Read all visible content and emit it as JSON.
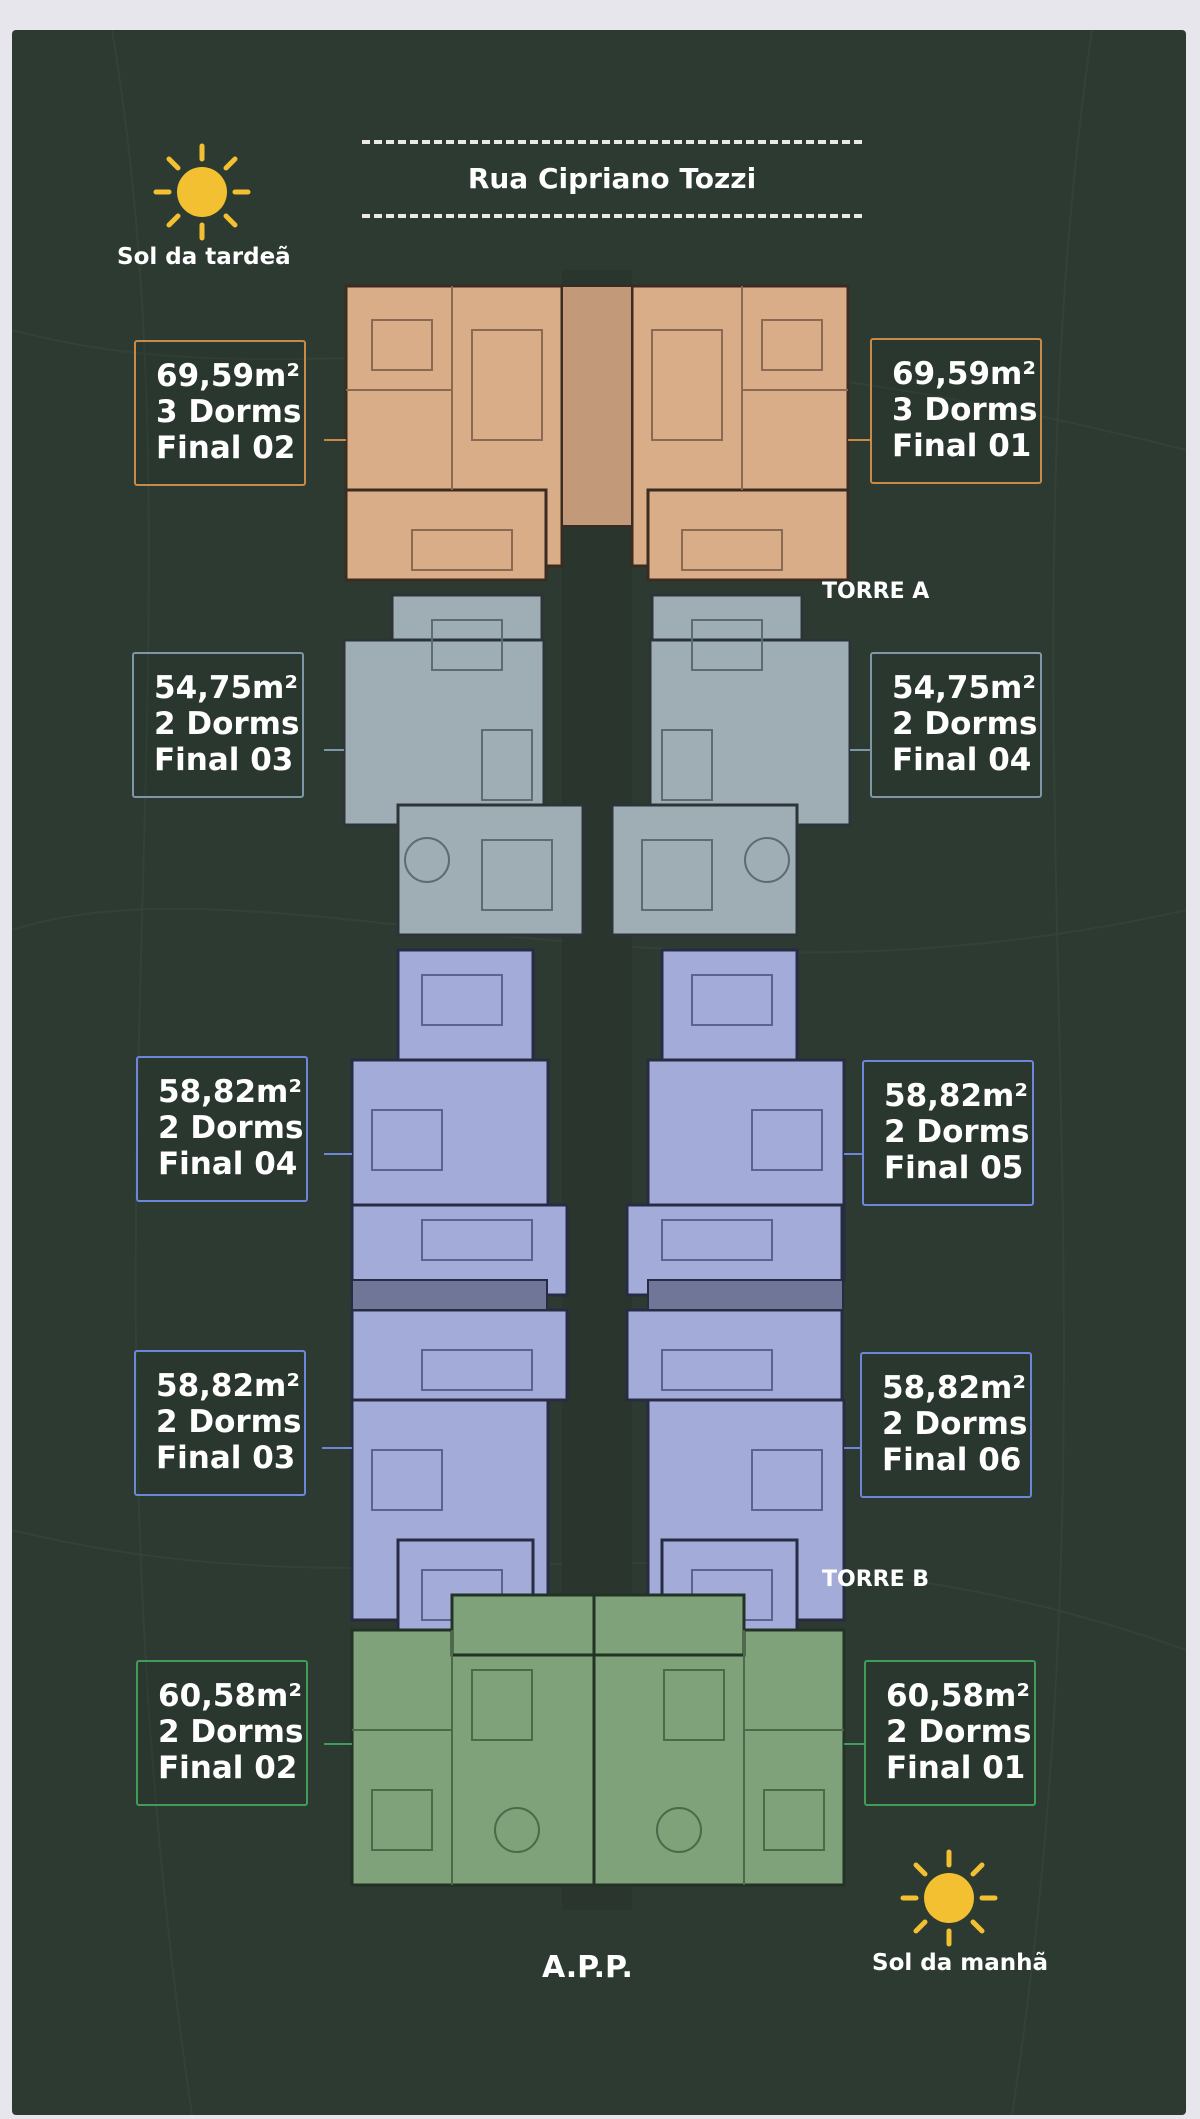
{
  "street": {
    "name": "Rua Cipriano Tozzi"
  },
  "suns": {
    "afternoon": {
      "label": "Sol da tardeã",
      "color": "#f2c030"
    },
    "morning": {
      "label": "Sol da manhã",
      "color": "#f2c030"
    }
  },
  "towers": {
    "a": "TORRE A",
    "b": "TORRE B"
  },
  "app": "A.P.P.",
  "colors": {
    "background": "#2d3a31",
    "orange_units": "#d9ad87",
    "teal_units": "#9eaeb4",
    "blue_units": "#a3acd8",
    "green_units": "#7fa27a"
  },
  "units": {
    "left_orange": {
      "area": "69,59m²",
      "dorms": "3 Dorms",
      "final": "Final 02"
    },
    "right_orange": {
      "area": "69,59m²",
      "dorms": "3 Dorms",
      "final": "Final 01"
    },
    "left_teal": {
      "area": "54,75m²",
      "dorms": "2 Dorms",
      "final": "Final 03"
    },
    "right_teal": {
      "area": "54,75m²",
      "dorms": "2 Dorms",
      "final": "Final 04"
    },
    "left_blue_top": {
      "area": "58,82m²",
      "dorms": "2 Dorms",
      "final": "Final 04"
    },
    "right_blue_top": {
      "area": "58,82m²",
      "dorms": "2 Dorms",
      "final": "Final 05"
    },
    "left_blue_bottom": {
      "area": "58,82m²",
      "dorms": "2 Dorms",
      "final": "Final 03"
    },
    "right_blue_bottom": {
      "area": "58,82m²",
      "dorms": "2 Dorms",
      "final": "Final 06"
    },
    "left_green": {
      "area": "60,58m²",
      "dorms": "2 Dorms",
      "final": "Final 02"
    },
    "right_green": {
      "area": "60,58m²",
      "dorms": "2 Dorms",
      "final": "Final 01"
    }
  }
}
